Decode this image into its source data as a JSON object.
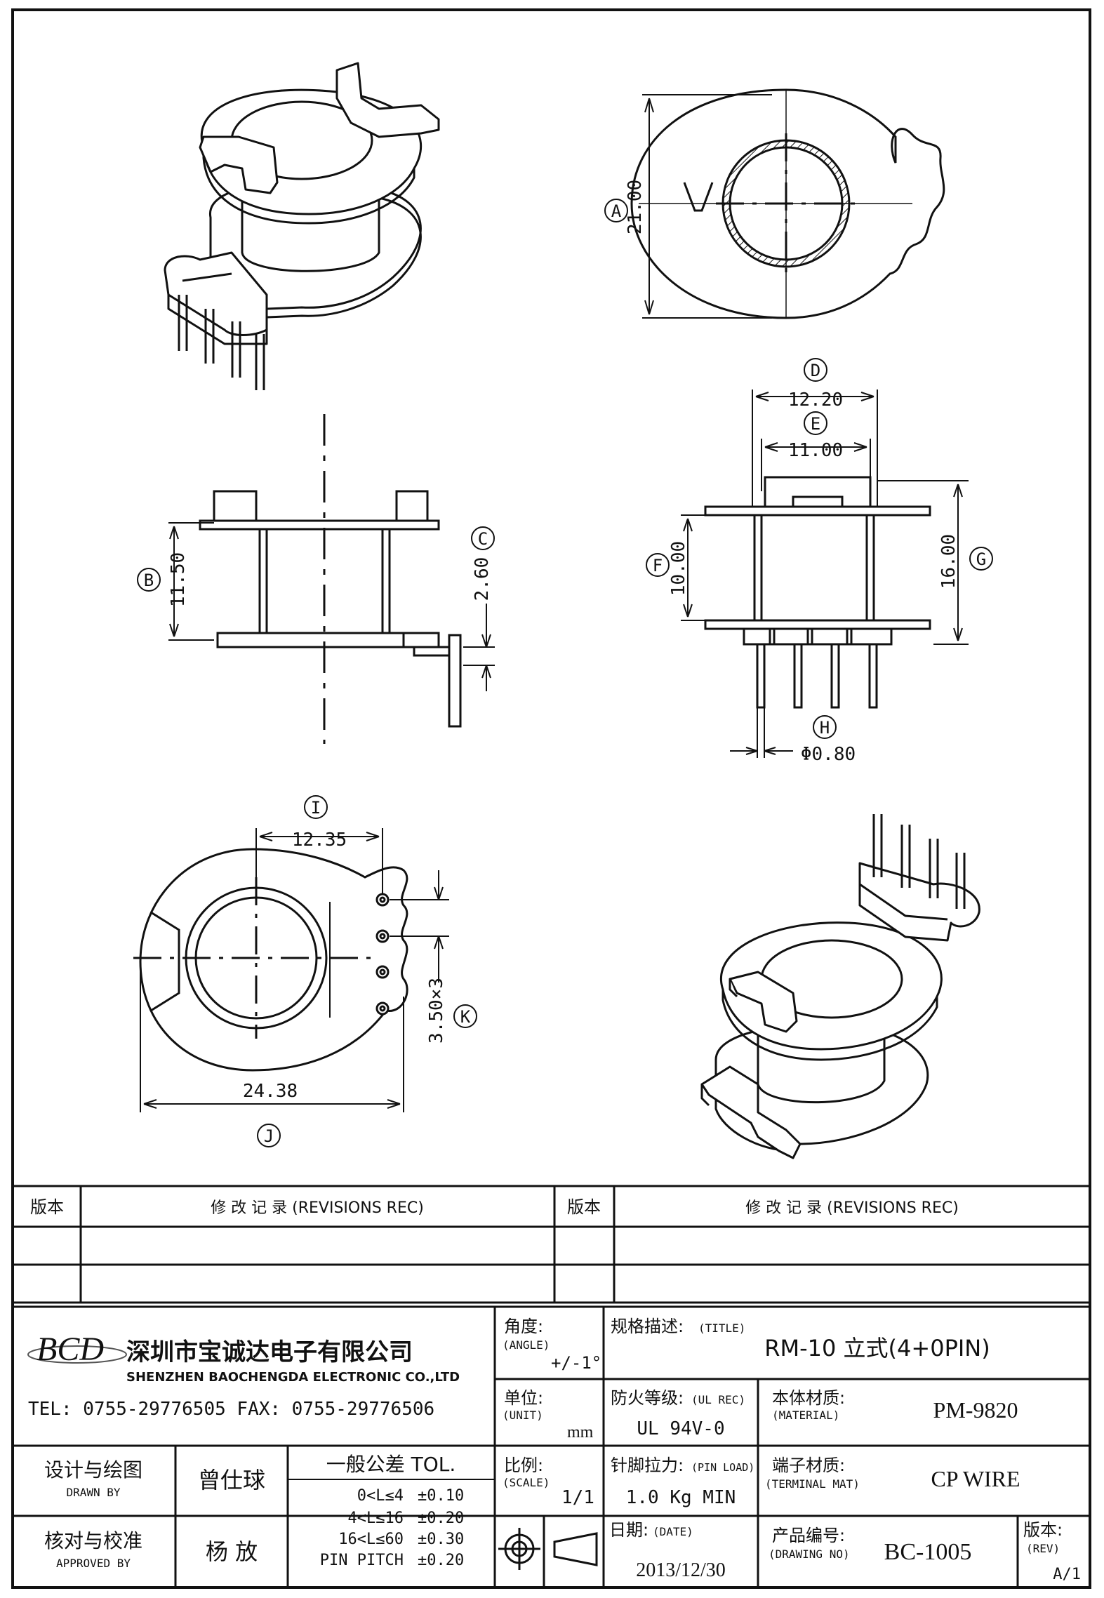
{
  "dimensions": {
    "A": {
      "letter": "A",
      "value": "21.00"
    },
    "B": {
      "letter": "B",
      "value": "11.50"
    },
    "C": {
      "letter": "C",
      "value": "2.60"
    },
    "D": {
      "letter": "D",
      "value": "12.20"
    },
    "E": {
      "letter": "E",
      "value": "11.00"
    },
    "F": {
      "letter": "F",
      "value": "10.00"
    },
    "G": {
      "letter": "G",
      "value": "16.00"
    },
    "H": {
      "letter": "H",
      "value": "Φ0.80"
    },
    "I": {
      "letter": "I",
      "value": "12.35"
    },
    "J": {
      "letter": "J",
      "value": "24.38"
    },
    "K": {
      "letter": "K",
      "value": "3.50×3"
    }
  },
  "revisions": {
    "left_version_header": "版本",
    "left_record_header": "修 改 记 录 (REVISIONS REC)",
    "right_version_header": "版本",
    "right_record_header": "修 改 记 录 (REVISIONS REC)"
  },
  "company": {
    "logo_text": "BCD",
    "name_cn": "深圳市宝诚达电子有限公司",
    "name_en": "SHENZHEN BAOCHENGDA ELECTRONIC CO.,LTD",
    "tel_fax": "TEL: 0755-29776505  FAX: 0755-29776506"
  },
  "angle": {
    "label_cn": "角度:",
    "label_en": "(ANGLE)",
    "value": "+/-1°"
  },
  "title_field": {
    "label_cn": "规格描述:",
    "label_en": "(TITLE)",
    "value": "RM-10 立式(4+0PIN)"
  },
  "unit": {
    "label_cn": "单位:",
    "label_en": "(UNIT)",
    "value": "mm"
  },
  "ul_rec": {
    "label_cn": "防火等级:",
    "label_en": "(UL REC)",
    "value": "UL 94V-0"
  },
  "material": {
    "label_cn": "本体材质:",
    "label_en": "(MATERIAL)",
    "value": "PM-9820"
  },
  "drawn": {
    "label_cn": "设计与绘图",
    "label_en": "DRAWN BY",
    "name": "曾仕球"
  },
  "tolerance": {
    "title": "一般公差 TOL.",
    "rows": [
      {
        "range": "0<L≤4",
        "tol": "±0.10"
      },
      {
        "range": "4<L≤16",
        "tol": "±0.20"
      },
      {
        "range": "16<L≤60",
        "tol": "±0.30"
      },
      {
        "range": "PIN PITCH",
        "tol": "±0.20"
      }
    ]
  },
  "scale": {
    "label_cn": "比例:",
    "label_en": "(SCALE)",
    "value": "1/1"
  },
  "pin_load": {
    "label_cn": "针脚拉力:",
    "label_en": "(PIN LOAD)",
    "value": "1.0 Kg MIN"
  },
  "terminal": {
    "label_cn": "端子材质:",
    "label_en": "(TERMINAL MAT)",
    "value": "CP WIRE"
  },
  "approved": {
    "label_cn": "核对与校准",
    "label_en": "APPROVED BY",
    "name": "杨 放"
  },
  "date": {
    "label_cn": "日期:",
    "label_en": "(DATE)",
    "value": "2013/12/30"
  },
  "drawing_no": {
    "label_cn": "产品编号:",
    "label_en": "(DRAWING NO)",
    "value": "BC-1005"
  },
  "rev": {
    "label_cn": "版本:",
    "label_en": "(REV)",
    "value": "A/1"
  }
}
